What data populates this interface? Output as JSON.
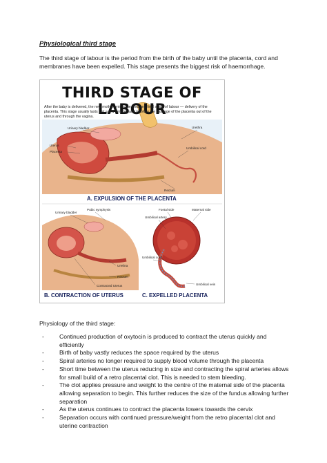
{
  "document": {
    "heading": "Physiological third stage",
    "intro": "The third stage of labour is the period from the birth of the baby until the placenta, cord and membranes have been expelled. This stage presents the biggest risk of haemorrhage.",
    "physiology_heading": "Physiology of the third stage:",
    "bullets": [
      "Continued production of oxytocin is produced to contract the uterus quickly and efficiently",
      "Birth of baby vastly reduces the space required by the uterus",
      "Spiral arteries no longer required to supply blood volume through the placenta",
      "Short time between the uterus reducing in size and contracting the spiral arteries allows for small build of a retro placental clot. This is needed to stem bleeding.",
      "The clot applies pressure and weight to the centre of the maternal side of the placenta allowing separation to begin. This further reduces the size of the fundus allowing further separation",
      "As the uterus continues to contract the placenta lowers towards the cervix",
      "Separation occurs with continued pressure/weight from the retro placental clot and uterine contraction"
    ]
  },
  "figure": {
    "title": "THIRD STAGE OF LABOUR",
    "caption": "After the baby is delivered, the new mother enters the third and final stage of labour — delivery of the placenta. This stage usually lasts just a few minutes and involves the passage of the placenta out of the uterus and through the vagina.",
    "panel_a": {
      "title": "A. EXPULSION OF THE PLACENTA",
      "labels": {
        "bladder": "Urinary bladder",
        "urethra": "Urethra",
        "uterus": "Uterus",
        "placenta": "Placenta",
        "cord": "Umbilical cord",
        "rectum": "Rectum"
      }
    },
    "panel_b": {
      "title": "B. CONTRACTION OF UTERUS",
      "labels": {
        "bladder": "Urinary bladder",
        "symphysis": "Pubic symphysis",
        "urethra": "Urethra",
        "rectum": "Rectum",
        "contracted": "Contracted Uterus"
      }
    },
    "panel_c": {
      "title": "C. EXPELLED PLACENTA",
      "labels": {
        "foetal": "Foetal side",
        "maternal": "Maternal side",
        "artery": "Umbilical artery",
        "cord": "Umbilical cord",
        "vein": "Umbilical vein"
      }
    }
  },
  "colors": {
    "title_blue": "#15205a",
    "skin": "#e8b48c",
    "uterus_red": "#c8453a",
    "placenta": "#b8312b"
  }
}
